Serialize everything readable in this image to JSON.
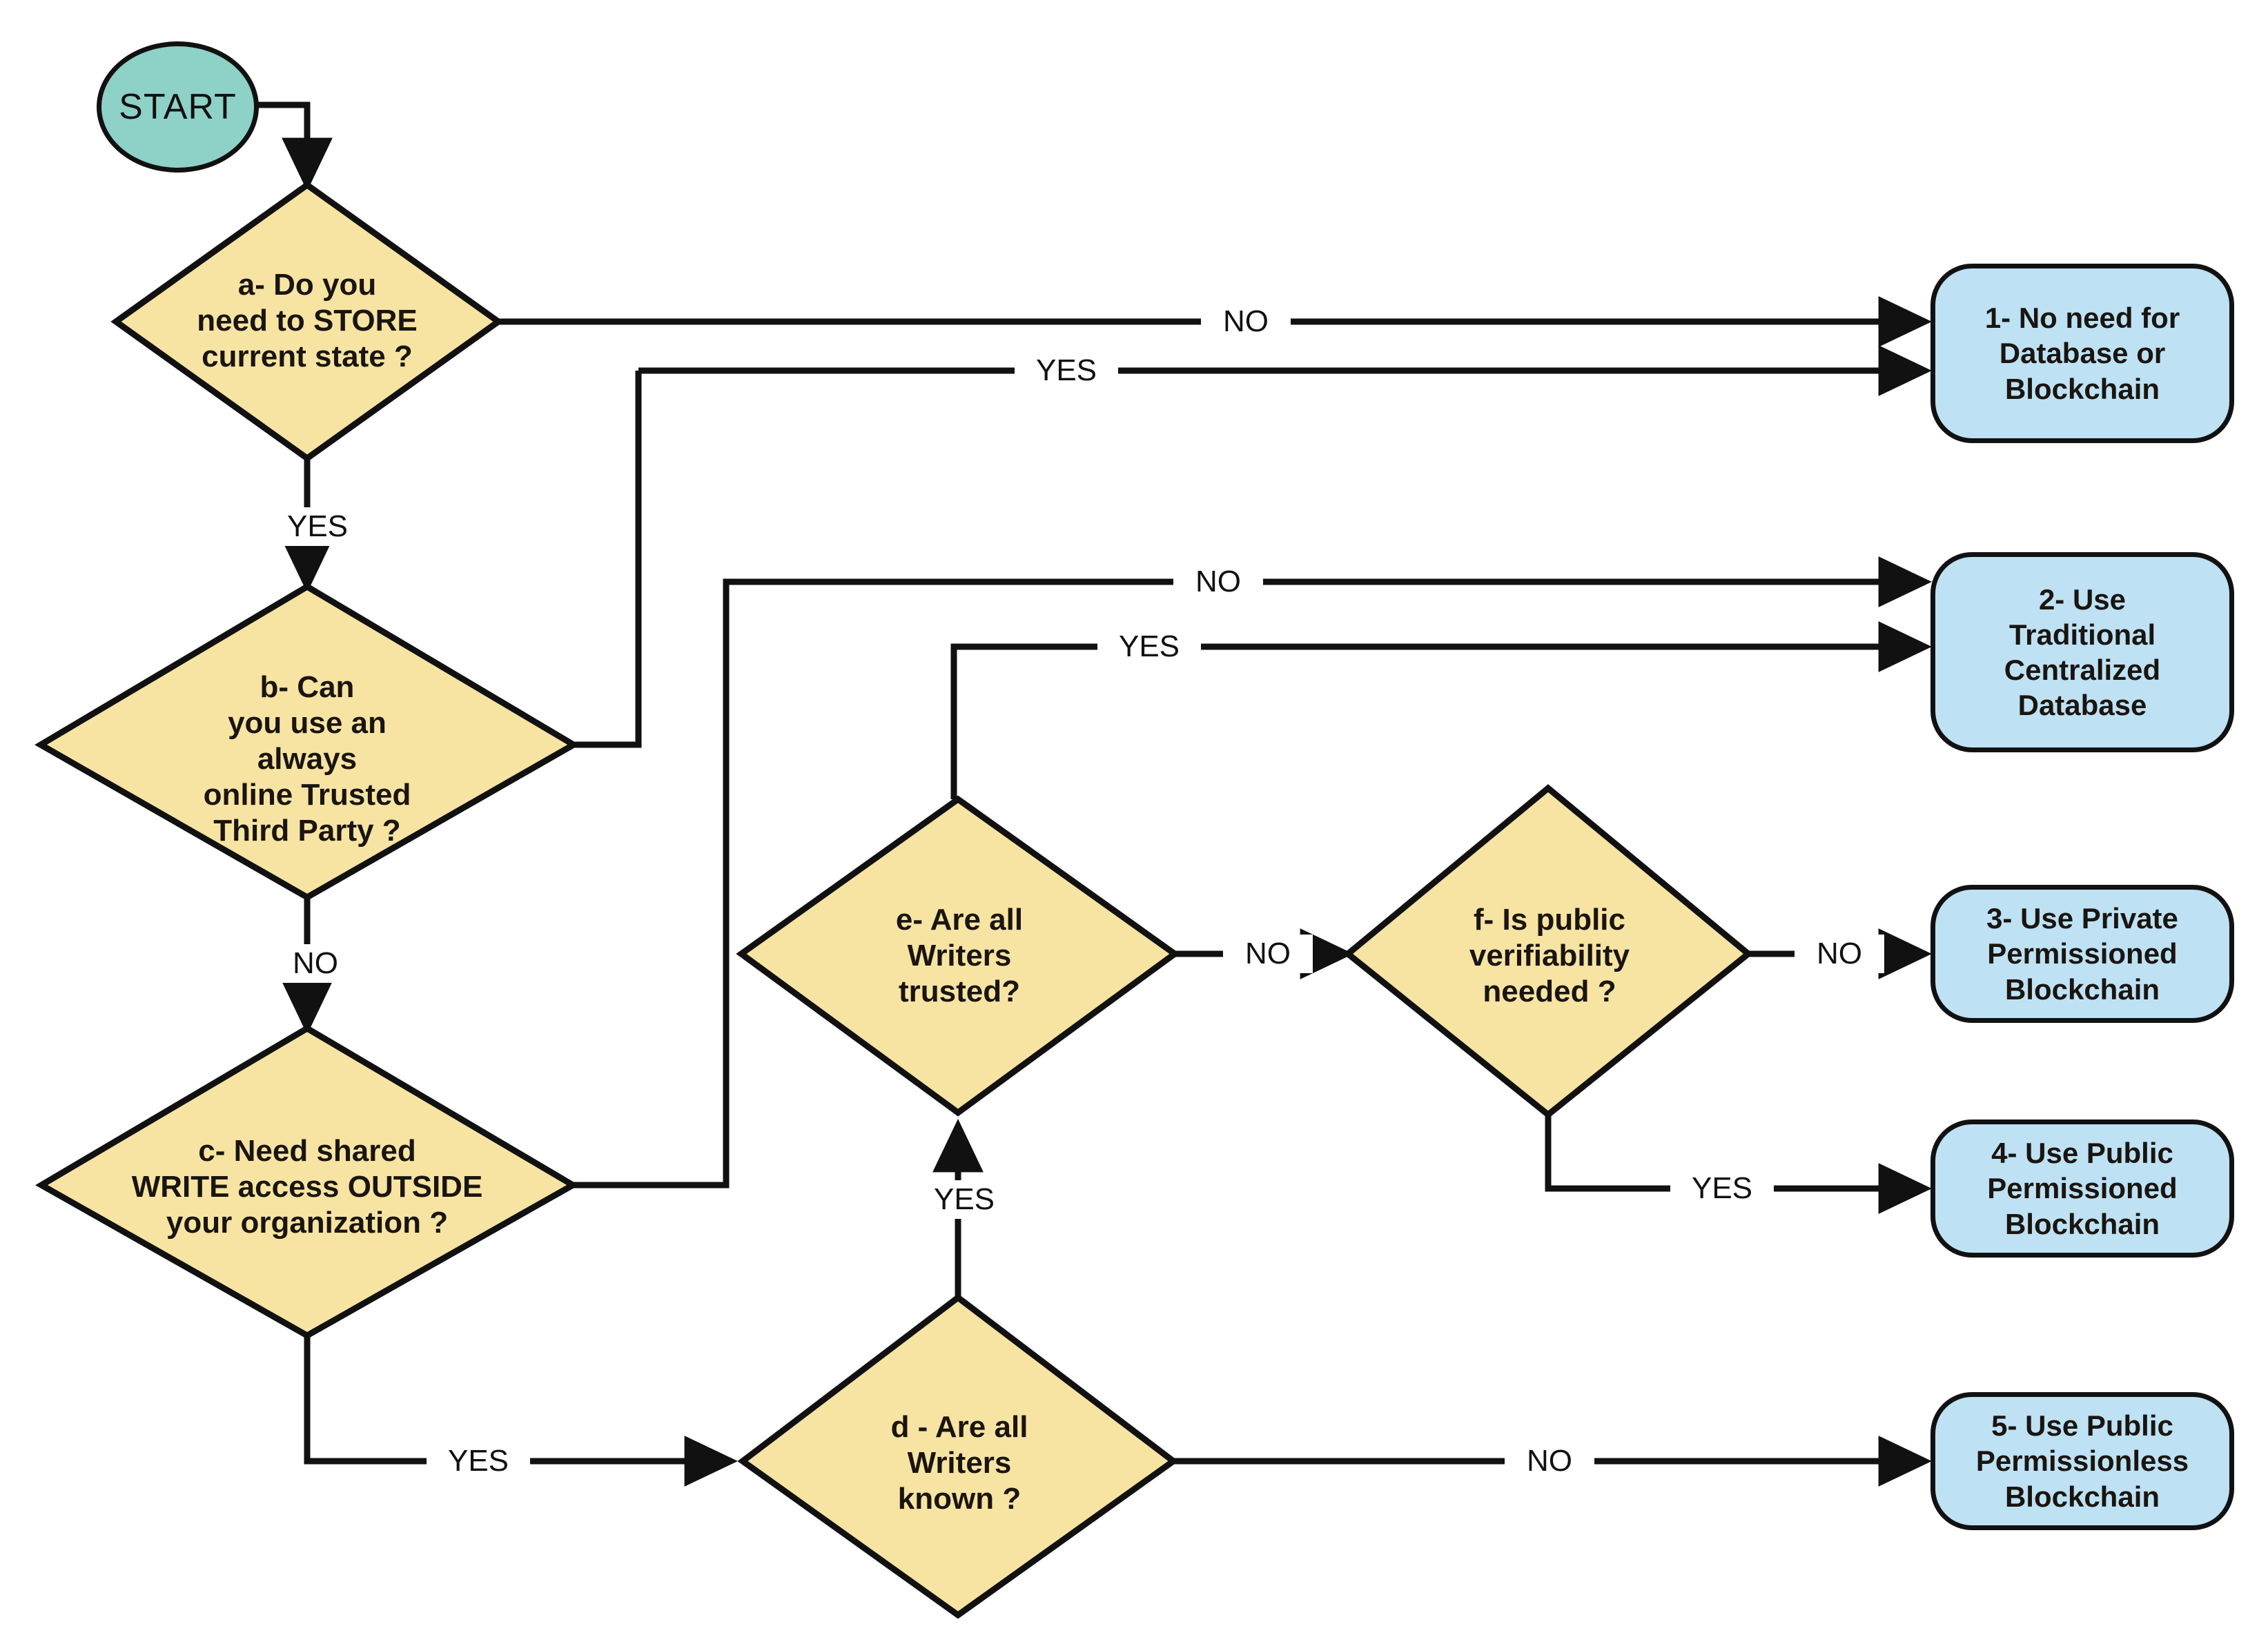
{
  "diagram": {
    "type": "flowchart",
    "title": "Blockchain decision flowchart",
    "colors": {
      "start_fill": "#8ed1c6",
      "decision_fill": "#f7e4a3",
      "terminal_fill": "#bee1f4",
      "stroke": "#111111",
      "background": "#ffffff"
    }
  },
  "nodes": {
    "start": {
      "id": "start",
      "shape": "circle",
      "label": "START"
    },
    "a": {
      "id": "a",
      "shape": "diamond",
      "label": "a- Do you\nneed to STORE\ncurrent state ?"
    },
    "b": {
      "id": "b",
      "shape": "diamond",
      "label": "b- Can\nyou use an\nalways\nonline Trusted\nThird Party ?"
    },
    "c": {
      "id": "c",
      "shape": "diamond",
      "label": "c- Need shared\nWRITE access OUTSIDE\nyour organization ?"
    },
    "d": {
      "id": "d",
      "shape": "diamond",
      "label": "d - Are all\nWriters\nknown ?"
    },
    "e": {
      "id": "e",
      "shape": "diamond",
      "label": "e- Are all\nWriters\ntrusted?"
    },
    "f": {
      "id": "f",
      "shape": "diamond",
      "label": "f- Is public\nverifiability\nneeded ?"
    },
    "r1": {
      "id": "r1",
      "shape": "rounded",
      "label": "1- No need for\nDatabase or\nBlockchain"
    },
    "r2": {
      "id": "r2",
      "shape": "rounded",
      "label": "2- Use\nTraditional\nCentralized\nDatabase"
    },
    "r3": {
      "id": "r3",
      "shape": "rounded",
      "label": "3- Use Private\nPermissioned\nBlockchain"
    },
    "r4": {
      "id": "r4",
      "shape": "rounded",
      "label": "4- Use Public\nPermissioned\nBlockchain"
    },
    "r5": {
      "id": "r5",
      "shape": "rounded",
      "label": "5- Use Public\nPermissionless\nBlockchain"
    }
  },
  "edges": [
    {
      "from": "start",
      "to": "a",
      "label": ""
    },
    {
      "from": "a",
      "to": "r1",
      "label": "NO"
    },
    {
      "from": "a",
      "to": "b",
      "label": "YES"
    },
    {
      "from": "b",
      "to": "r1",
      "label": "YES"
    },
    {
      "from": "b",
      "to": "c",
      "label": "NO"
    },
    {
      "from": "c",
      "to": "r2",
      "label": "NO"
    },
    {
      "from": "c",
      "to": "d",
      "label": "YES"
    },
    {
      "from": "d",
      "to": "e",
      "label": "YES"
    },
    {
      "from": "d",
      "to": "r5",
      "label": "NO"
    },
    {
      "from": "e",
      "to": "r2",
      "label": "YES"
    },
    {
      "from": "e",
      "to": "f",
      "label": "NO"
    },
    {
      "from": "f",
      "to": "r3",
      "label": "NO"
    },
    {
      "from": "f",
      "to": "r4",
      "label": "YES"
    }
  ],
  "edge_labels": {
    "a_no": "NO",
    "a_yes": "YES",
    "b_yes": "YES",
    "b_no": "NO",
    "c_no": "NO",
    "c_yes": "YES",
    "d_yes": "YES",
    "d_no": "NO",
    "e_yes": "YES",
    "e_no": "NO",
    "f_no": "NO",
    "f_yes": "YES"
  }
}
